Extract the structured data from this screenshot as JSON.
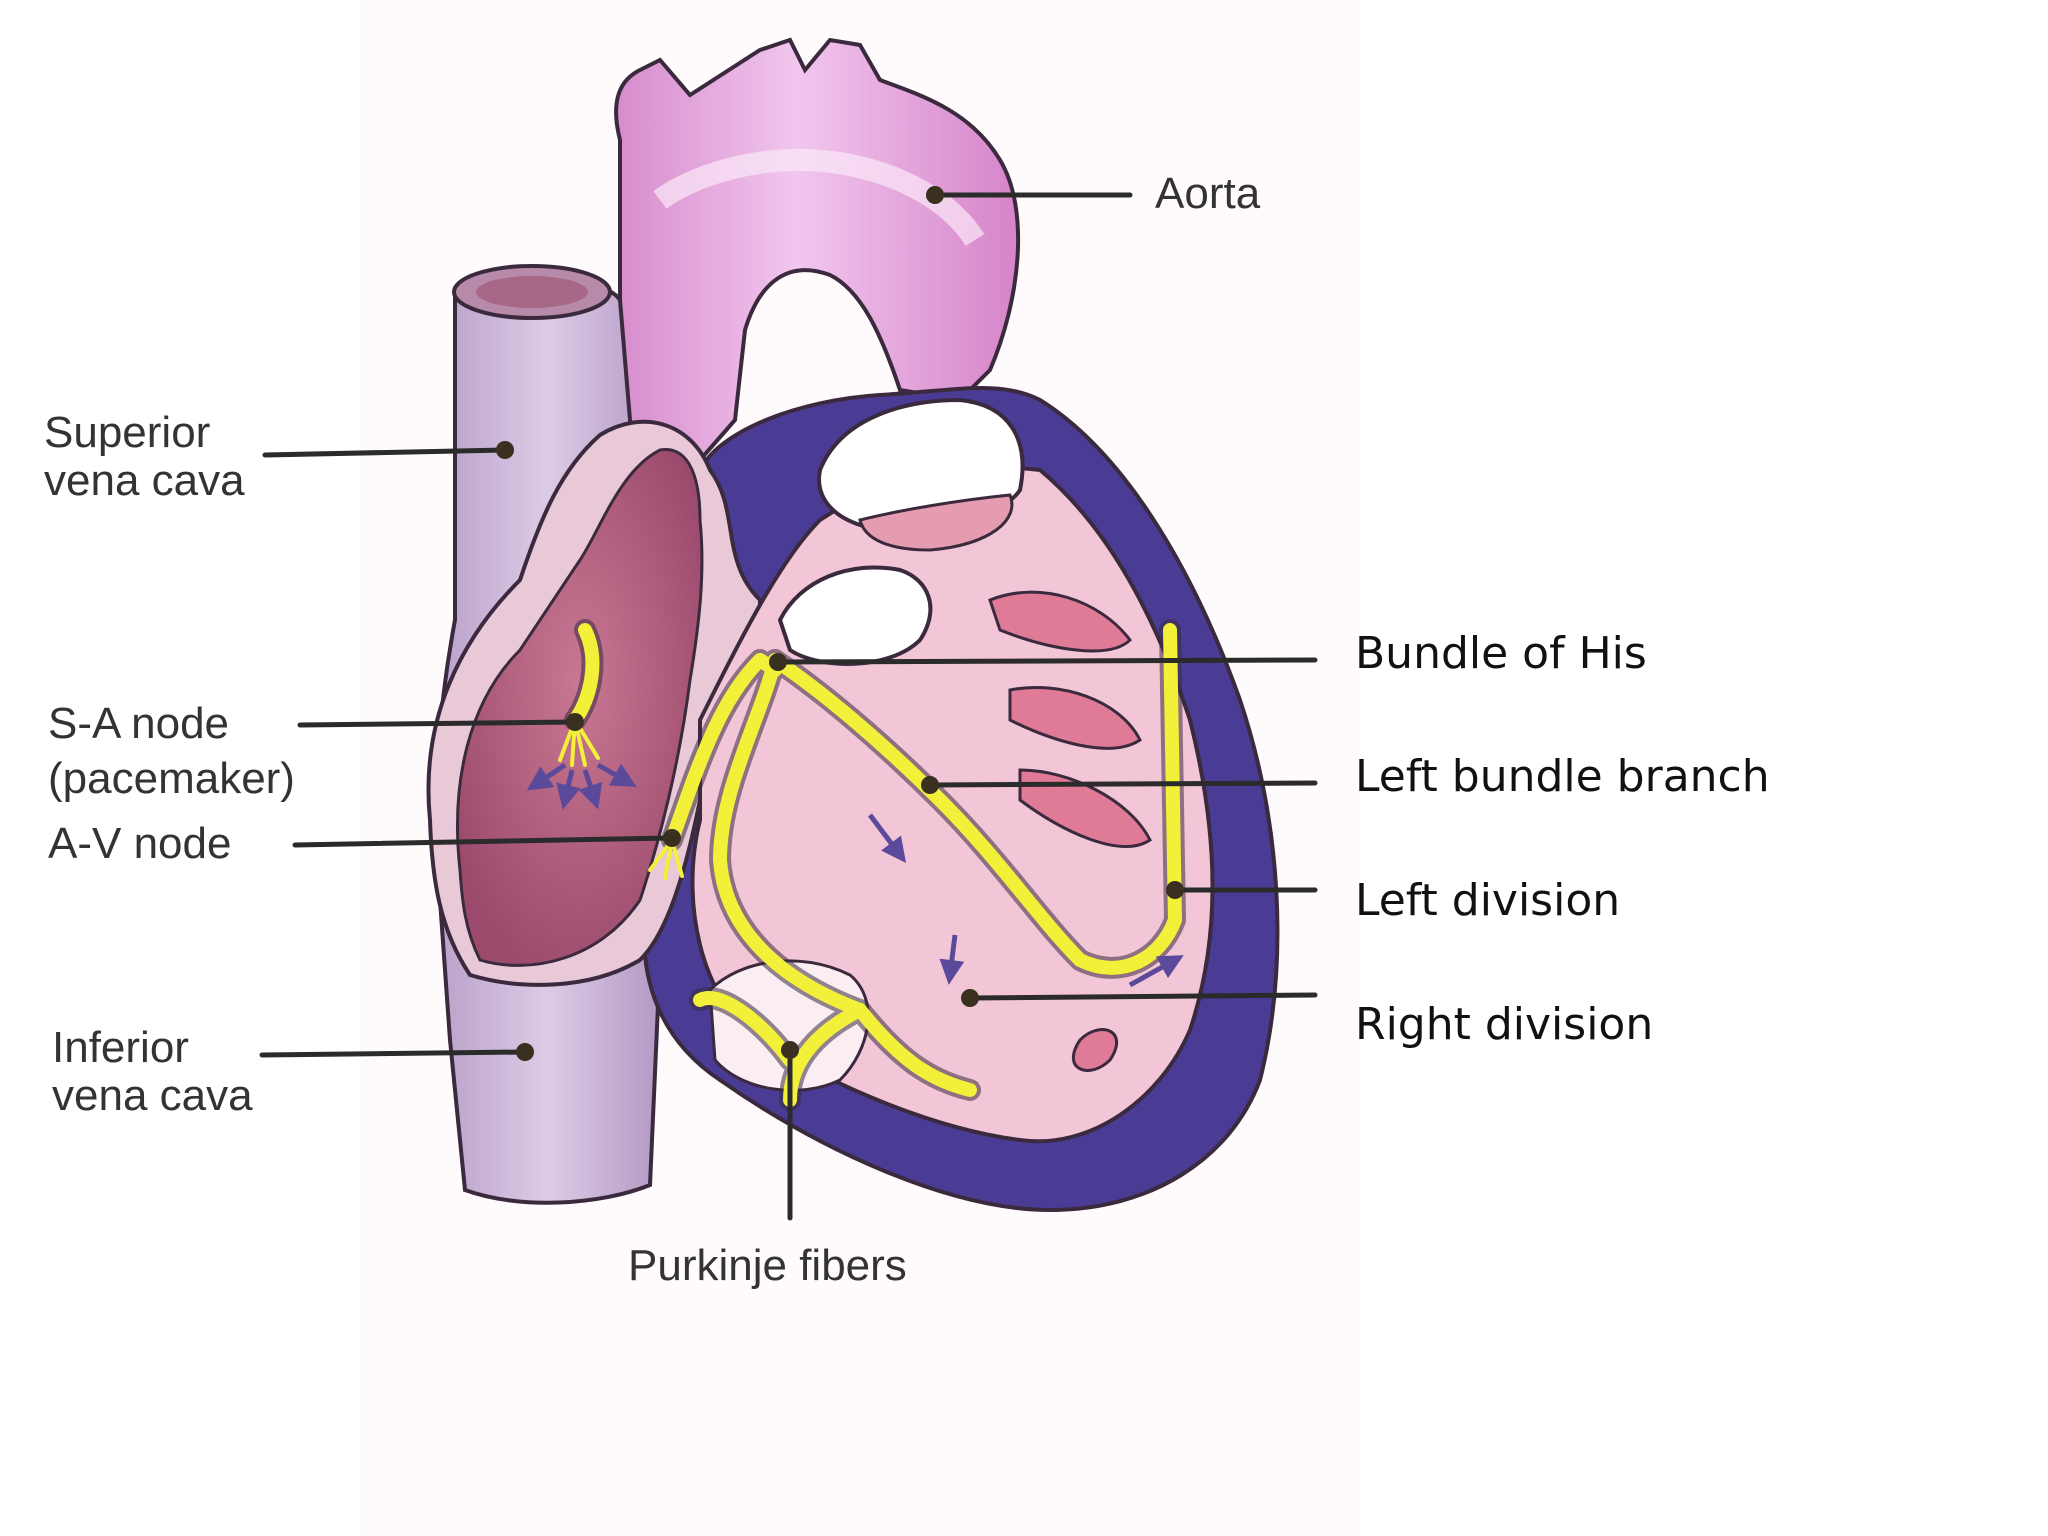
{
  "diagram": {
    "labels": {
      "aorta": "Aorta",
      "superior_vena_cava": [
        "Superior",
        "vena cava"
      ],
      "sa_node": [
        "S-A node",
        "(pacemaker)"
      ],
      "av_node": "A-V node",
      "inferior_vena_cava": [
        "Inferior",
        "vena cava"
      ],
      "purkinje_fibers": "Purkinje fibers",
      "bundle_of_his": "Bundle of His",
      "left_bundle_branch": "Left bundle branch",
      "left_division": "Left division",
      "right_division": "Right division"
    },
    "colors": {
      "aorta": "#e6a3dc",
      "vena_cava": "#c9b2d6",
      "myocardium": "#4a3c94",
      "atrium_interior": "#b4607f",
      "ventricle_interior": "#f2c6d6",
      "conduction_system": "#f3f03a",
      "arrows": "#5b4a9a"
    }
  }
}
